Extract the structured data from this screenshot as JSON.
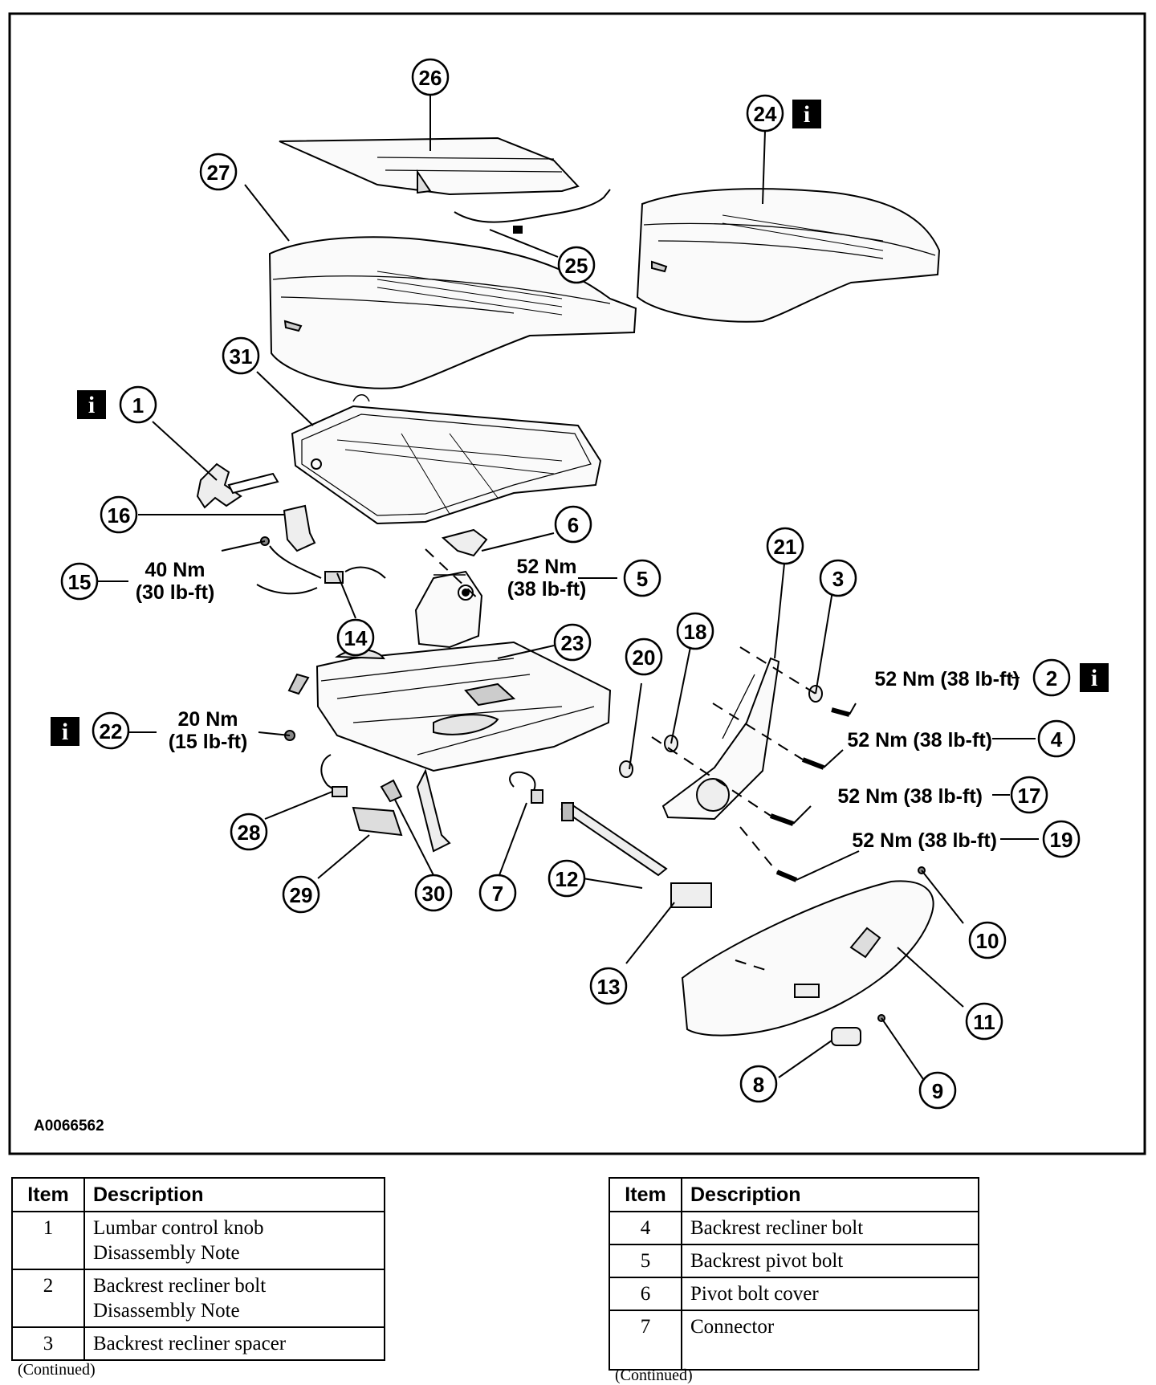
{
  "figure_id": "A0066562",
  "callouts": {
    "c1": "1",
    "c2": "2",
    "c3": "3",
    "c4": "4",
    "c5": "5",
    "c6": "6",
    "c7": "7",
    "c8": "8",
    "c9": "9",
    "c10": "10",
    "c11": "11",
    "c12": "12",
    "c13": "13",
    "c14": "14",
    "c15": "15",
    "c16": "16",
    "c17": "17",
    "c18": "18",
    "c19": "19",
    "c20": "20",
    "c21": "21",
    "c22": "22",
    "c23": "23",
    "c24": "24",
    "c25": "25",
    "c26": "26",
    "c27": "27",
    "c28": "28",
    "c29": "29",
    "c30": "30",
    "c31": "31"
  },
  "info_symbol": "i",
  "torque": {
    "t15_nm": "40 Nm",
    "t15_lbft": "(30 lb-ft)",
    "t5_nm": "52 Nm",
    "t5_lbft": "(38 lb-ft)",
    "t22_nm": "20 Nm",
    "t22_lbft": "(15 lb-ft)",
    "t2": "52 Nm (38 lb-ft)",
    "t4": "52 Nm (38 lb-ft)",
    "t17": "52 Nm (38 lb-ft)",
    "t19": "52 Nm (38 lb-ft)"
  },
  "tables": {
    "header_item": "Item",
    "header_description": "Description",
    "left_rows": [
      {
        "item": "1",
        "line1": "Lumbar control knob",
        "line2": "Disassembly Note"
      },
      {
        "item": "2",
        "line1": "Backrest recliner bolt",
        "line2": "Disassembly Note"
      },
      {
        "item": "3",
        "line1": "Backrest recliner spacer",
        "line2": ""
      }
    ],
    "right_rows": [
      {
        "item": "4",
        "line1": "Backrest recliner bolt"
      },
      {
        "item": "5",
        "line1": "Backrest pivot bolt"
      },
      {
        "item": "6",
        "line1": "Pivot bolt cover"
      },
      {
        "item": "7",
        "line1": "Connector"
      }
    ],
    "continued": "(Continued)"
  }
}
